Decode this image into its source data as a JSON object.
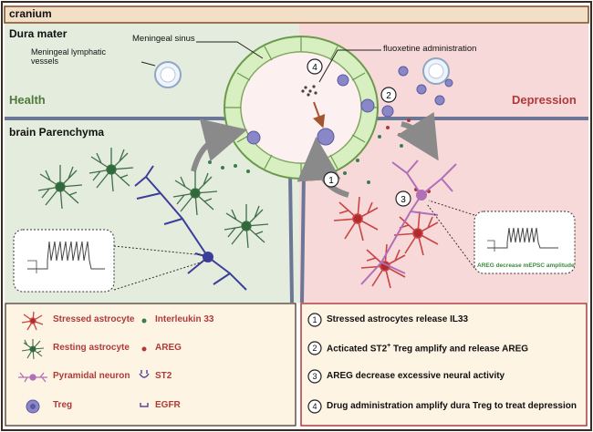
{
  "regions": {
    "top_bar": "cranium",
    "dura": "Dura mater",
    "health": "Health",
    "depression": "Depression",
    "parenchyma": "brain Parenchyma"
  },
  "callouts": {
    "meningeal_sinus": "Meningeal sinus",
    "lymphatic": "Meningeal lymphatic\nvessels",
    "fluoxetine": "fluoxetine administration",
    "areg_note": "AREG decrease mEPSC amplitude"
  },
  "step_markers": [
    "1",
    "2",
    "3",
    "4"
  ],
  "legend": {
    "left_column": [
      {
        "label": "Stressed astrocyte",
        "icon": "stressed-astrocyte"
      },
      {
        "label": "Resting astrocyte",
        "icon": "resting-astrocyte"
      },
      {
        "label": "Pyramidal neuron",
        "icon": "pyramidal-neuron"
      },
      {
        "label": "Treg",
        "icon": "treg-cell"
      }
    ],
    "right_column": [
      {
        "label": "Interleukin 33",
        "icon": "green-dot",
        "color": "#3a7d4a"
      },
      {
        "label": "AREG",
        "icon": "red-dot",
        "color": "#b03a3a"
      },
      {
        "label": "ST2",
        "icon": "st2-receptor",
        "color": "#5a4a9a"
      },
      {
        "label": "EGFR",
        "icon": "egfr-receptor",
        "color": "#5a4a9a"
      }
    ]
  },
  "steps": [
    {
      "num": "1",
      "text": "Stressed astrocytes release IL33"
    },
    {
      "num": "2",
      "text": "Acticated ST2",
      "sup": "+",
      "text_after": " Treg amplify and release AREG"
    },
    {
      "num": "3",
      "text": "AREG decrease excessive  neural activity"
    },
    {
      "num": "4",
      "text": "Drug administration amplify dura Treg to treat depression"
    }
  ],
  "colors": {
    "health_bg": "#e3ecdd",
    "depression_bg": "#f8d9d9",
    "top_bar": "#f3dec6",
    "legend_bg": "#fdf4e3",
    "accent_red": "#b03a3a",
    "health_text": "#4f7a3a",
    "parenchyma_line": "#6c7696"
  }
}
